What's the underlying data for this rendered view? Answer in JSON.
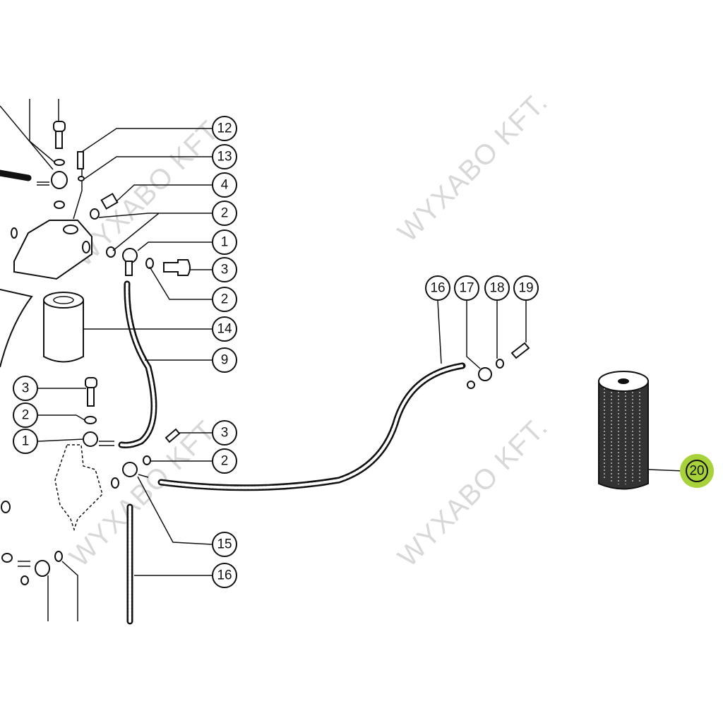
{
  "watermark": "WYXABO KFT.",
  "highlight_color": "#a8d23a",
  "callouts": {
    "c12": "12",
    "c13": "13",
    "c4": "4",
    "c2a": "2",
    "c1a": "1",
    "c3a": "3",
    "c2b": "2",
    "c14": "14",
    "c9": "9",
    "c3b": "3",
    "c2c": "2",
    "c1b": "1",
    "c3c": "3",
    "c2d": "2",
    "c15": "15",
    "c16a": "16",
    "c16b": "16",
    "c17": "17",
    "c18": "18",
    "c19": "19",
    "c20": "20"
  }
}
